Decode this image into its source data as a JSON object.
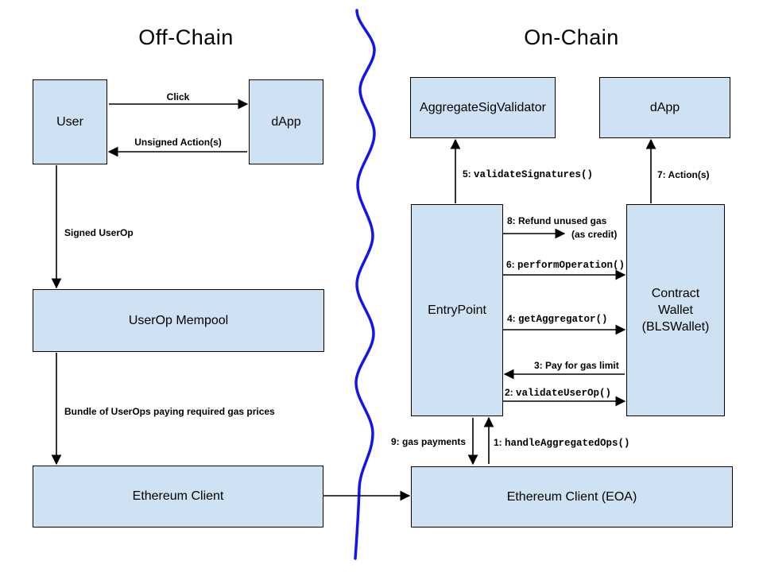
{
  "titles": {
    "off_chain": "Off-Chain",
    "on_chain": "On-Chain"
  },
  "boxes": {
    "user": "User",
    "dapp_off": "dApp",
    "userop_mempool": "UserOp Mempool",
    "eth_client_off": "Ethereum Client",
    "aggregate_sig_validator": "AggregateSigValidator",
    "dapp_on": "dApp",
    "entrypoint": "EntryPoint",
    "contract_wallet": "Contract\nWallet\n(BLSWallet)",
    "eth_client_eoa": "Ethereum Client (EOA)"
  },
  "edges": {
    "click": "Click",
    "unsigned_actions": "Unsigned Action(s)",
    "signed_userop": "Signed UserOp",
    "bundle": "Bundle of UserOps paying required gas prices",
    "validate_signatures_prefix": "5: ",
    "validate_signatures_code": "validateSignatures()",
    "actions": "7: Action(s)",
    "refund_line1": "8: Refund unused gas",
    "refund_line2": "(as credit)",
    "perform_operation_prefix": "6: ",
    "perform_operation_code": "performOperation()",
    "get_aggregator_prefix": "4: ",
    "get_aggregator_code": "getAggregator()",
    "pay_gas_limit": "3: Pay for gas limit",
    "validate_userop_prefix": "2: ",
    "validate_userop_code": "validateUserOp()",
    "gas_payments": "9: gas payments",
    "handle_aggregated_prefix": "1: ",
    "handle_aggregated_code": "handleAggregatedOps()"
  },
  "colors": {
    "box_fill": "#cfe2f3",
    "box_border": "#000000",
    "divider": "#1414ee",
    "arrow": "#000000",
    "text": "#000000"
  }
}
